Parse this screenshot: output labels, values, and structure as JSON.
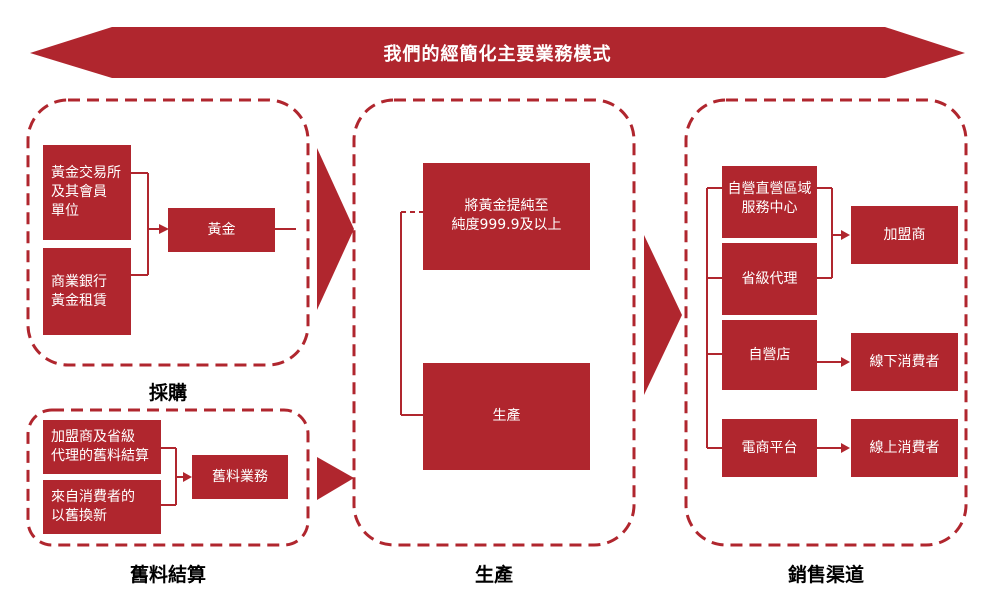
{
  "title": "我們的經簡化主要業務模式",
  "sections": {
    "procurement": "採購",
    "old_material": "舊料結算",
    "production": "生產",
    "sales": "銷售渠道"
  },
  "boxes": {
    "gold_exchange": "黃金交易所\n及其會員\n單位",
    "bank_lease": "商業銀行\n黃金租賃",
    "gold": "黃金",
    "franchise_settlement": "加盟商及省級\n代理的舊料結算",
    "consumer_tradein": "來自消費者的\n以舊換新",
    "old_material_business": "舊料業務",
    "refine": "將黃金提純至\n純度999.9及以上",
    "produce": "生產",
    "regional_center": "自營直營區域\n服務中心",
    "provincial_agent": "省級代理",
    "franchisee": "加盟商",
    "own_store": "自營店",
    "offline_consumer": "線下消費者",
    "ecommerce": "電商平台",
    "online_consumer": "線上消費者"
  },
  "colors": {
    "primary": "#b0262e"
  }
}
